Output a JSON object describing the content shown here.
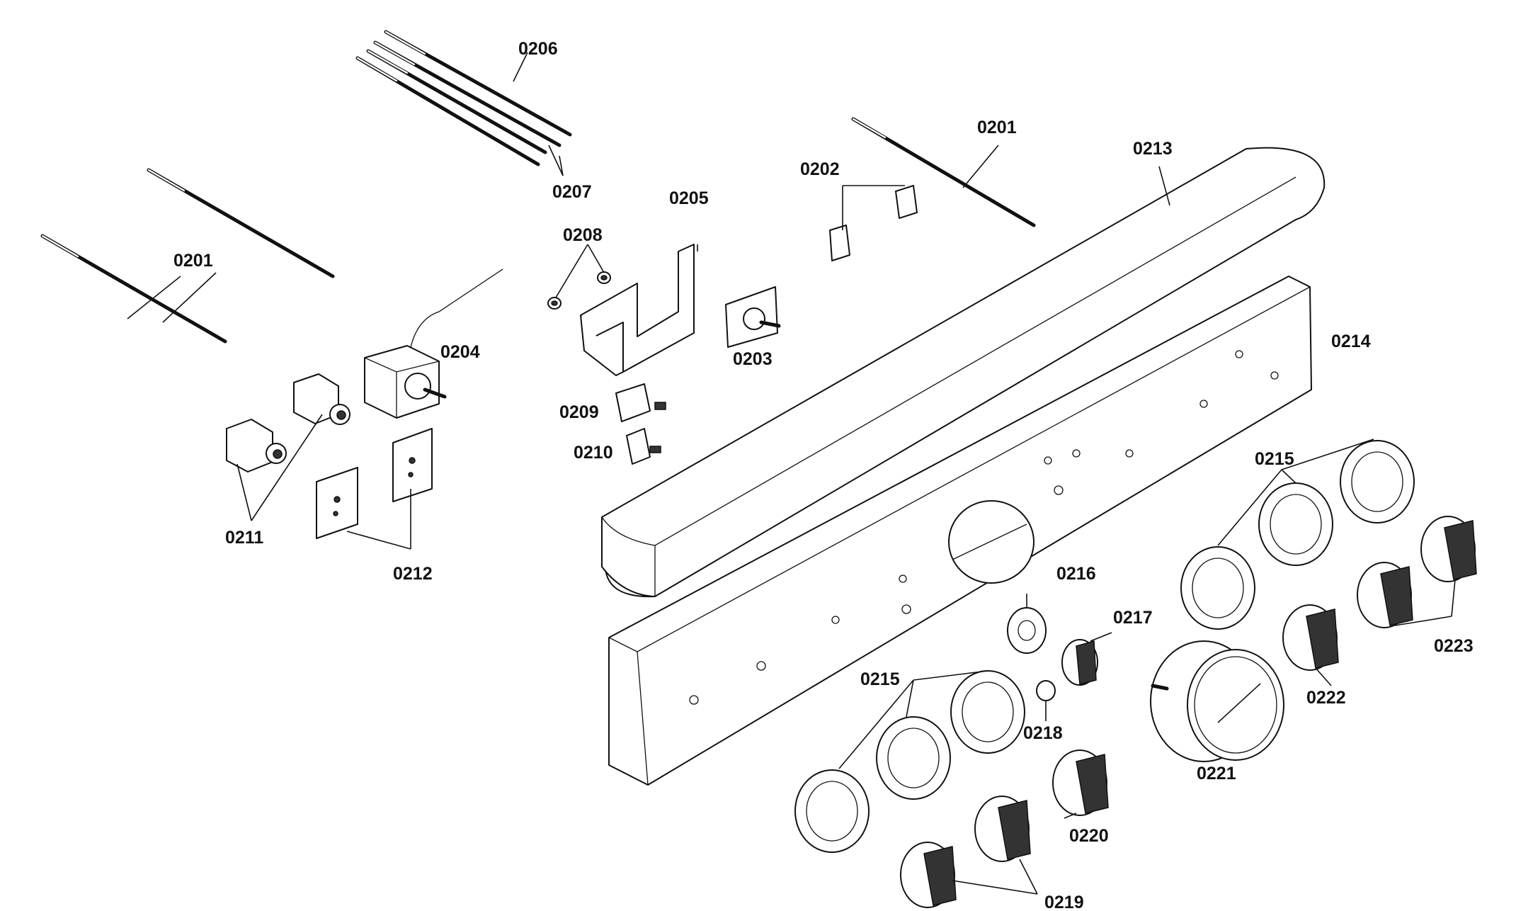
{
  "labels": {
    "l0201a": "0201",
    "l0201b": "0201",
    "l0202": "0202",
    "l0203": "0203",
    "l0204": "0204",
    "l0205": "0205",
    "l0206": "0206",
    "l0207": "0207",
    "l0208": "0208",
    "l0209": "0209",
    "l0210": "0210",
    "l0211": "0211",
    "l0212": "0212",
    "l0213": "0213",
    "l0214": "0214",
    "l0215a": "0215",
    "l0215b": "0215",
    "l0216": "0216",
    "l0217": "0217",
    "l0218": "0218",
    "l0219": "0219",
    "l0220": "0220",
    "l0221": "0221",
    "l0222": "0222",
    "l0223": "0223"
  }
}
